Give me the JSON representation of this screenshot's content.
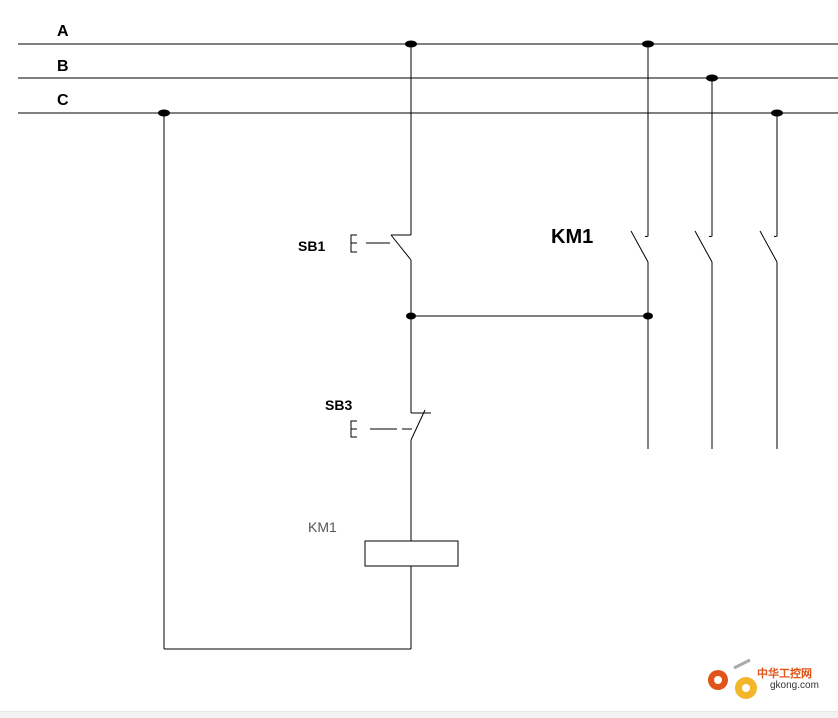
{
  "buses": [
    {
      "id": "A",
      "label": "A"
    },
    {
      "id": "B",
      "label": "B"
    },
    {
      "id": "C",
      "label": "C"
    }
  ],
  "components": {
    "sb1": {
      "label": "SB1"
    },
    "sb3": {
      "label": "SB3"
    },
    "km1_contacts": {
      "label": "KM1"
    },
    "km1_coil": {
      "label": "KM1"
    }
  },
  "watermark": {
    "brand": "中华工控网",
    "site": "gkong.com"
  },
  "colors": {
    "line": "#000000",
    "coil_label": "#555555",
    "watermark_orange": "#e0541a",
    "watermark_yellow": "#f2b62a"
  }
}
